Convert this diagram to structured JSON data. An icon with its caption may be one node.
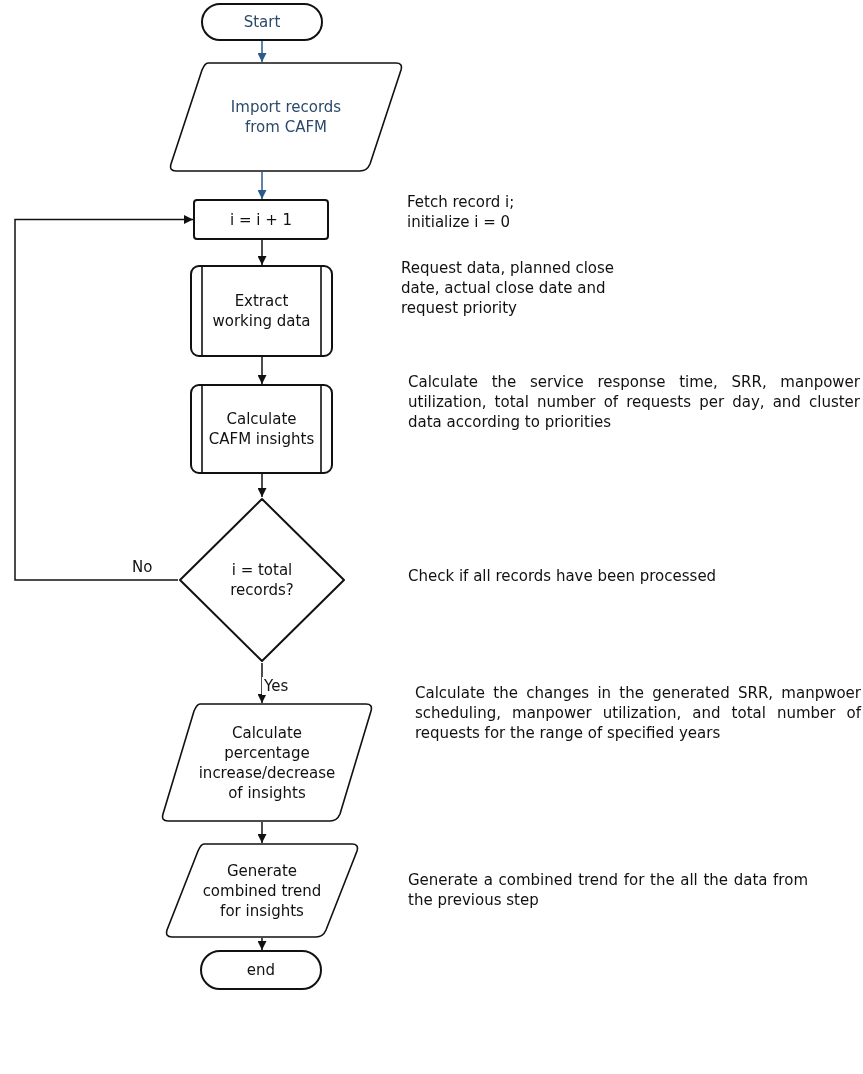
{
  "diagram": {
    "nodes": [
      {
        "text": [
          "Start"
        ]
      },
      {
        "text": [
          "Import records from CAFM"
        ]
      },
      {
        "text": [
          "i = i + 1"
        ]
      },
      {
        "text": [
          "Extract working data"
        ]
      },
      {
        "text": [
          "Calculate CAFM insights"
        ]
      },
      {
        "text": [
          "i = total records?"
        ]
      },
      {
        "text": [
          "Calculate percentage increase/decrease of insights"
        ]
      },
      {
        "text": [
          "Generate combined trend for insights"
        ]
      },
      {
        "text": [
          "end"
        ]
      }
    ],
    "edges": [
      {
        "from": 0,
        "to": 1,
        "arrow": "to",
        "color": "#2b5b8c"
      },
      {
        "from": 1,
        "to": 2,
        "arrow": "to",
        "color": "#2b5b8c"
      },
      {
        "from": 2,
        "to": 3,
        "arrow": "to"
      },
      {
        "from": 3,
        "to": 4,
        "arrow": "to"
      },
      {
        "from": 4,
        "to": 5,
        "arrow": "to"
      },
      {
        "from": 5,
        "to": 2,
        "arrow": "to",
        "label": "No"
      },
      {
        "from": 5,
        "to": 6,
        "arrow": "to",
        "label": "Yes"
      },
      {
        "from": 6,
        "to": 7,
        "arrow": "to"
      },
      {
        "from": 7,
        "to": 8,
        "arrow": "to"
      }
    ],
    "labels": [
      "Fetch record i; initialize i = 0",
      "Request data, planned close date, actual close date and request priority",
      "Calculate the service response time, SRR, manpower utilization, total number of requests per day, and cluster data according to priorities",
      "Check if all records have been processed",
      "Calculate the changes in the generated SRR, manpwoer scheduling, manpower utilization, and total number of requests for the range of specified years",
      "Generate a combined trend for the all the data from the previous step"
    ]
  }
}
